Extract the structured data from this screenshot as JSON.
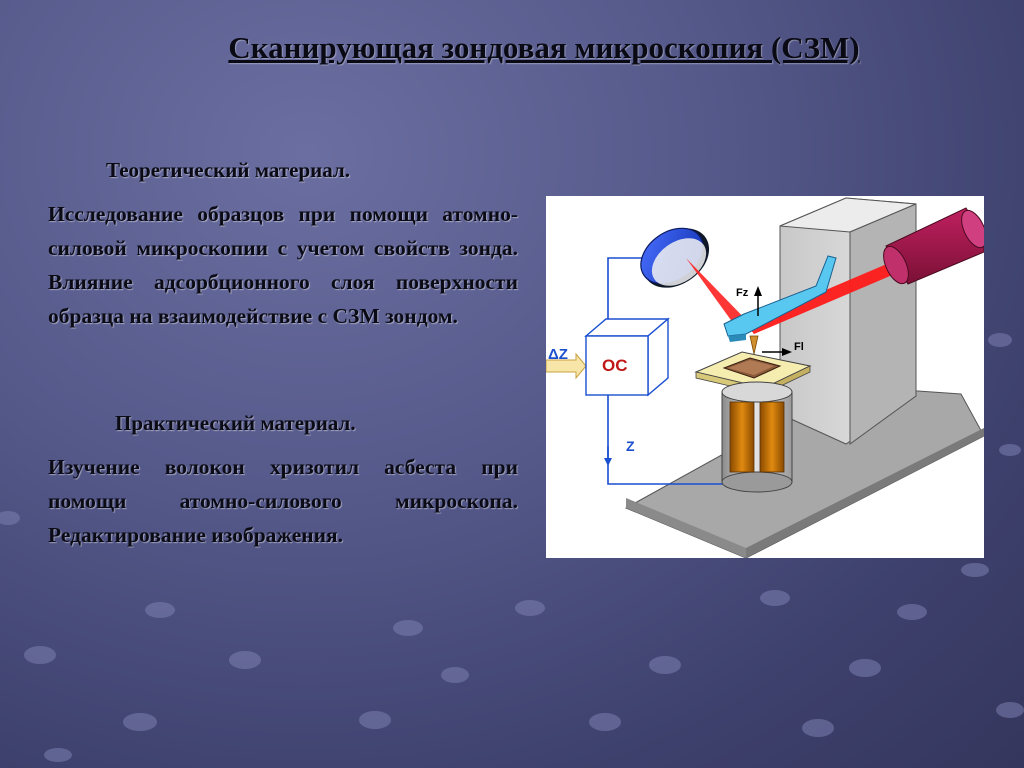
{
  "slide": {
    "title": "Сканирующая зондовая  микроскопия (СЗМ)",
    "theory_heading": "Теоретический материал.",
    "theory_text": "Исследование образцов при помощи атомно-силовой микроскопии с учетом свойств зонда. Влияние адсорбционного слоя поверхности образца на взаимодействие с СЗМ зондом.",
    "practice_heading": "Практический материал.",
    "practice_text": "Изучение волокон хризотил асбеста при помощи атомно-силового микроскопа. Редактирование изображения."
  },
  "figure": {
    "label_dz": "ΔZ",
    "label_oc": "OC",
    "label_z": "Z",
    "label_fz": "Fz",
    "label_fl": "Fl"
  },
  "colors": {
    "background": "#55598a",
    "text": "#0b0b16",
    "flow_lines": "#1a4fd0",
    "laser": "#e01010"
  }
}
